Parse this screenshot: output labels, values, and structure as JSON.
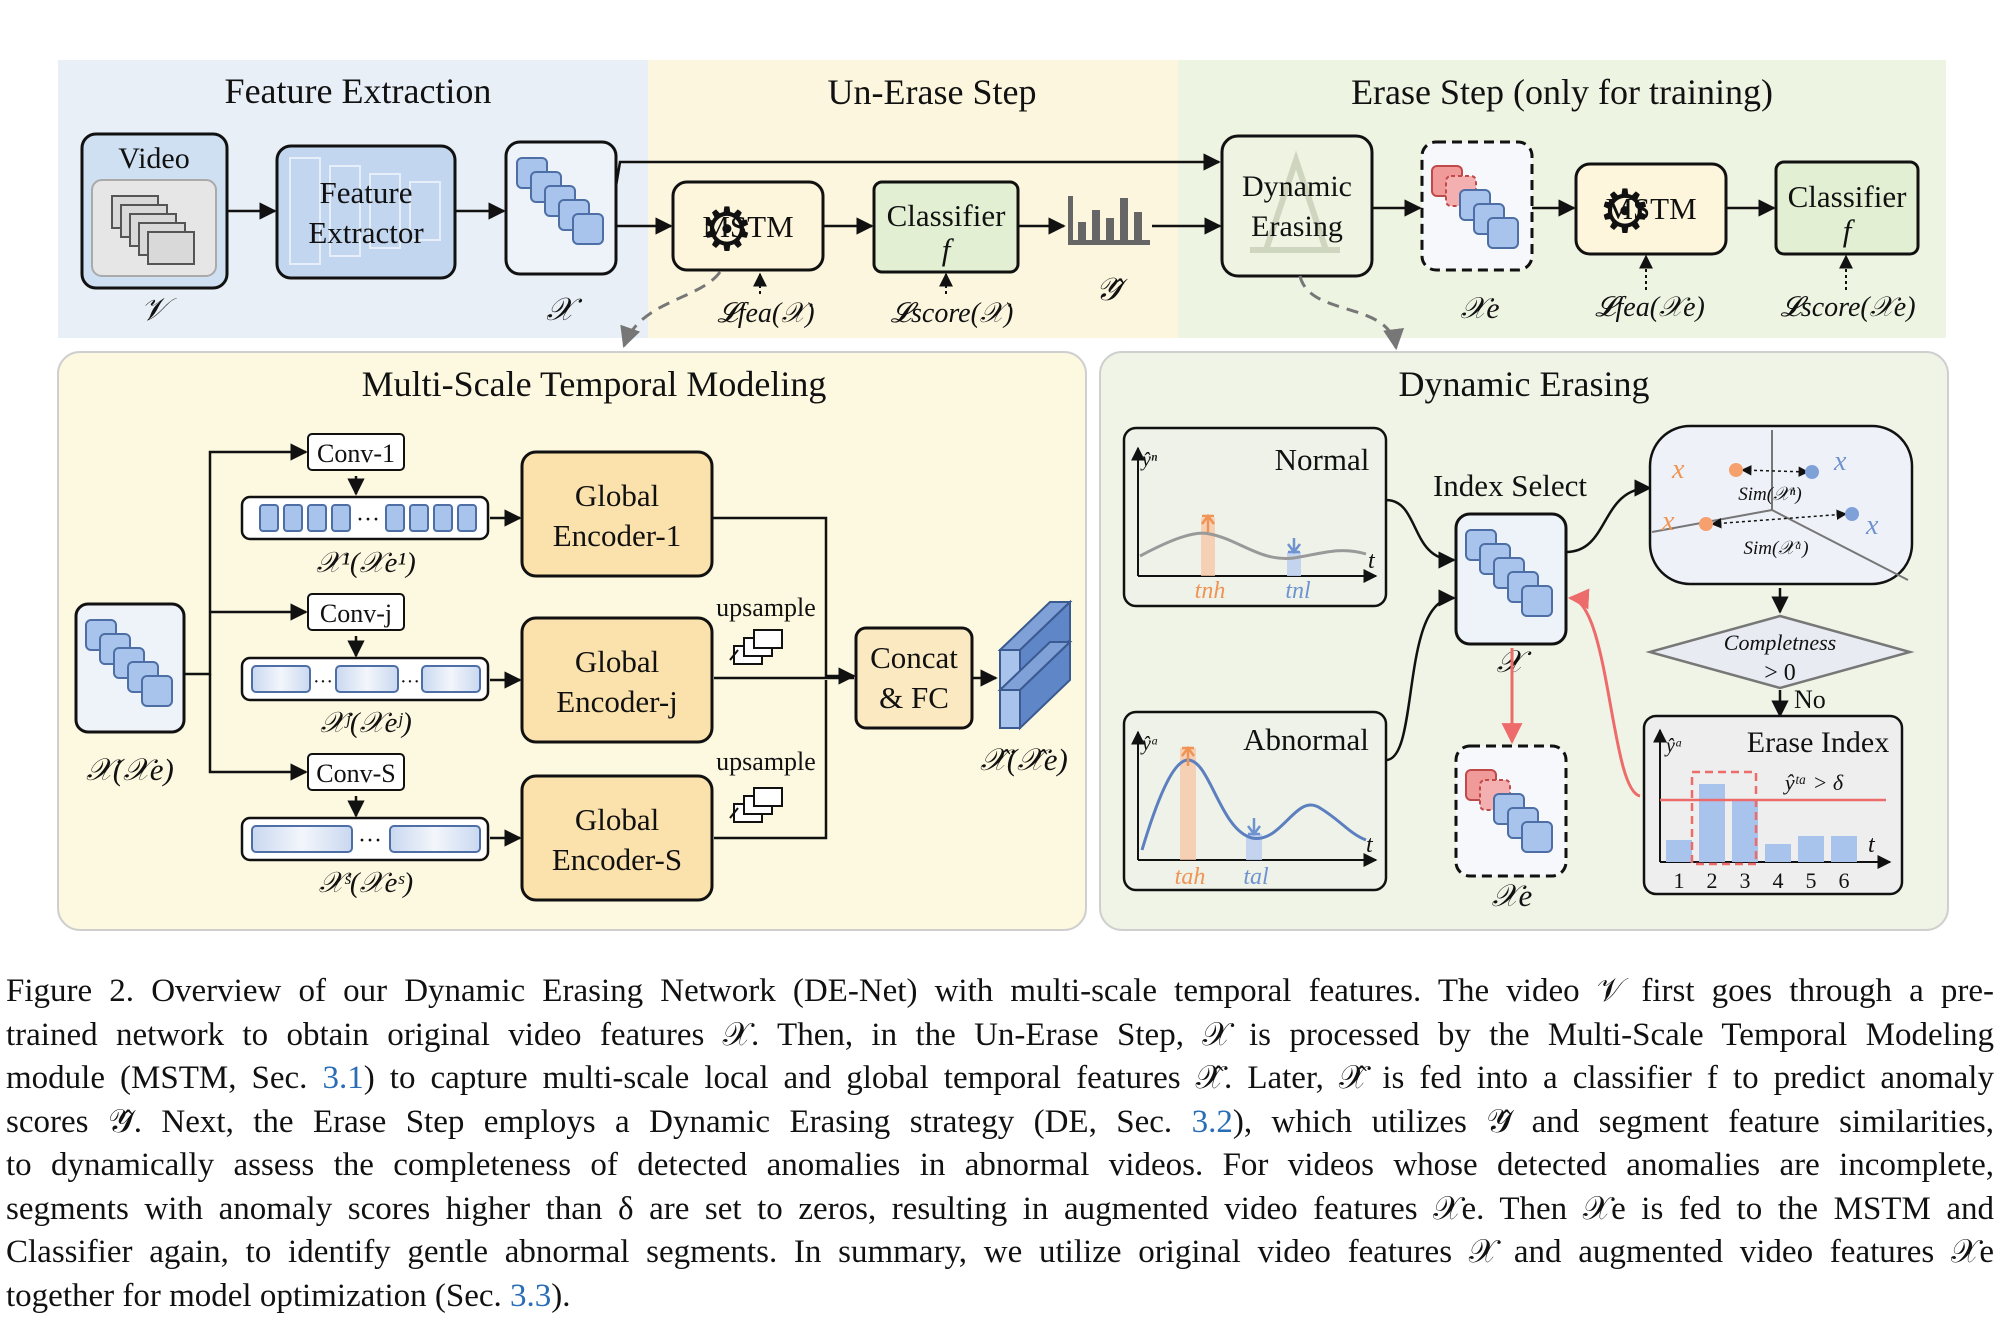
{
  "sections": {
    "feature_extraction": "Feature Extraction",
    "un_erase": "Un-Erase Step",
    "erase": "Erase Step (only for training)",
    "mstm": "Multi-Scale Temporal Modeling",
    "dynamic_erasing": "Dynamic Erasing"
  },
  "blocks": {
    "video": "Video",
    "feature_extractor_1": "Feature",
    "feature_extractor_2": "Extractor",
    "mstm": "MSTM",
    "classifier": "Classifier",
    "classifier_f": "f",
    "dynamic_erasing_1": "Dynamic",
    "dynamic_erasing_2": "Erasing",
    "mstm2": "MSTM",
    "classifier2": "Classifier",
    "classifier2_f": "f"
  },
  "symbols": {
    "V": "𝒱",
    "X": "𝒳",
    "Y_hat": "𝒴̂",
    "Xe": "𝒳e",
    "L_fea_X": "𝓛fea(𝒳)",
    "L_score_X": "𝓛score(𝒳)",
    "L_fea_Xe": "𝓛fea(𝒳e)",
    "L_score_Xe": "𝓛score(𝒳e)"
  },
  "mstm": {
    "conv1": "Conv-1",
    "convj": "Conv-j",
    "convS": "Conv-S",
    "ge1_1": "Global",
    "ge1_2": "Encoder-1",
    "gej_1": "Global",
    "gej_2": "Encoder-j",
    "geS_1": "Global",
    "geS_2": "Encoder-S",
    "upsample": "upsample",
    "concat_1": "Concat",
    "concat_2": "& FC",
    "input_label": "𝒳(𝒳e)",
    "x1": "𝒳¹(𝒳e¹)",
    "xj": "𝒳ʲ(𝒳eʲ)",
    "xS": "𝒳ˢ(𝒳eˢ)",
    "output_label": "𝒳̂(𝒳̂e)",
    "dots": "···"
  },
  "de": {
    "normal": "Normal",
    "abnormal": "Abnormal",
    "yn": "ŷⁿ",
    "ya": "ŷᵃ",
    "t": "t",
    "t_nh": "tnh",
    "t_nl": "tnl",
    "t_ah": "tah",
    "t_al": "tal",
    "index_select": "Index Select",
    "x_label": "𝒳",
    "xe_label": "𝒳e",
    "sim_n": "Sim(𝒳ⁿ)",
    "sim_a": "Sim(𝒳ᵃ)",
    "x_nh": "x",
    "x_nl": "x",
    "x_ah": "x",
    "x_al": "x",
    "completeness_1": "Completness",
    "completeness_2": "> 0",
    "no": "No",
    "erase_index": "Erase Index",
    "threshold": "ŷᵗᵃ > δ",
    "ticks": [
      "1",
      "2",
      "3",
      "4",
      "5",
      "6"
    ]
  },
  "caption": {
    "lines": [
      "Figure 2. Overview of our Dynamic Erasing Network (DE-Net) with multi-scale temporal features. The video 𝒱 first goes through a pre-",
      "trained network to obtain original video features 𝒳. Then, in the Un-Erase Step, 𝒳 is processed by the Multi-Scale Temporal Modeling",
      "scores 𝒴̂. Next, the Erase Step employs a Dynamic Erasing strategy (DE, Sec. ",
      "to dynamically assess the completeness of detected anomalies in abnormal videos. For videos whose detected anomalies are incomplete,",
      "segments with anomaly scores higher than δ are set to zeros, resulting in augmented video features 𝒳e. Then 𝒳e is fed to the MSTM and",
      "Classifier again, to identify gentle abnormal segments. In summary, we utilize original video features 𝒳 and augmented video features 𝒳e",
      "together for model optimization (Sec. "
    ],
    "line3_a": "module (MSTM, Sec. ",
    "line3_ref": "3.1",
    "line3_b": ") to capture multi-scale local and global temporal features 𝒳̂. Later, 𝒳̂ is fed into a classifier f to predict anomaly",
    "line4_ref": "3.2",
    "line4_b": "), which utilizes 𝒴̂ and segment feature similarities,",
    "line8_ref": "3.3",
    "line8_b": ")."
  },
  "colors": {
    "fe_bg": "#e9f0f6",
    "ue_bg": "#fbf6dc",
    "er_bg": "#eef3e0",
    "mstm_bg": "#fdf8e0",
    "de_bg": "#f0f4e6",
    "blue": "#a8c4ec",
    "orange": "#f6a06d",
    "red": "#e05b5b",
    "ge_fill": "#fbe0a8",
    "classifier_fill": "#e3efd4"
  }
}
